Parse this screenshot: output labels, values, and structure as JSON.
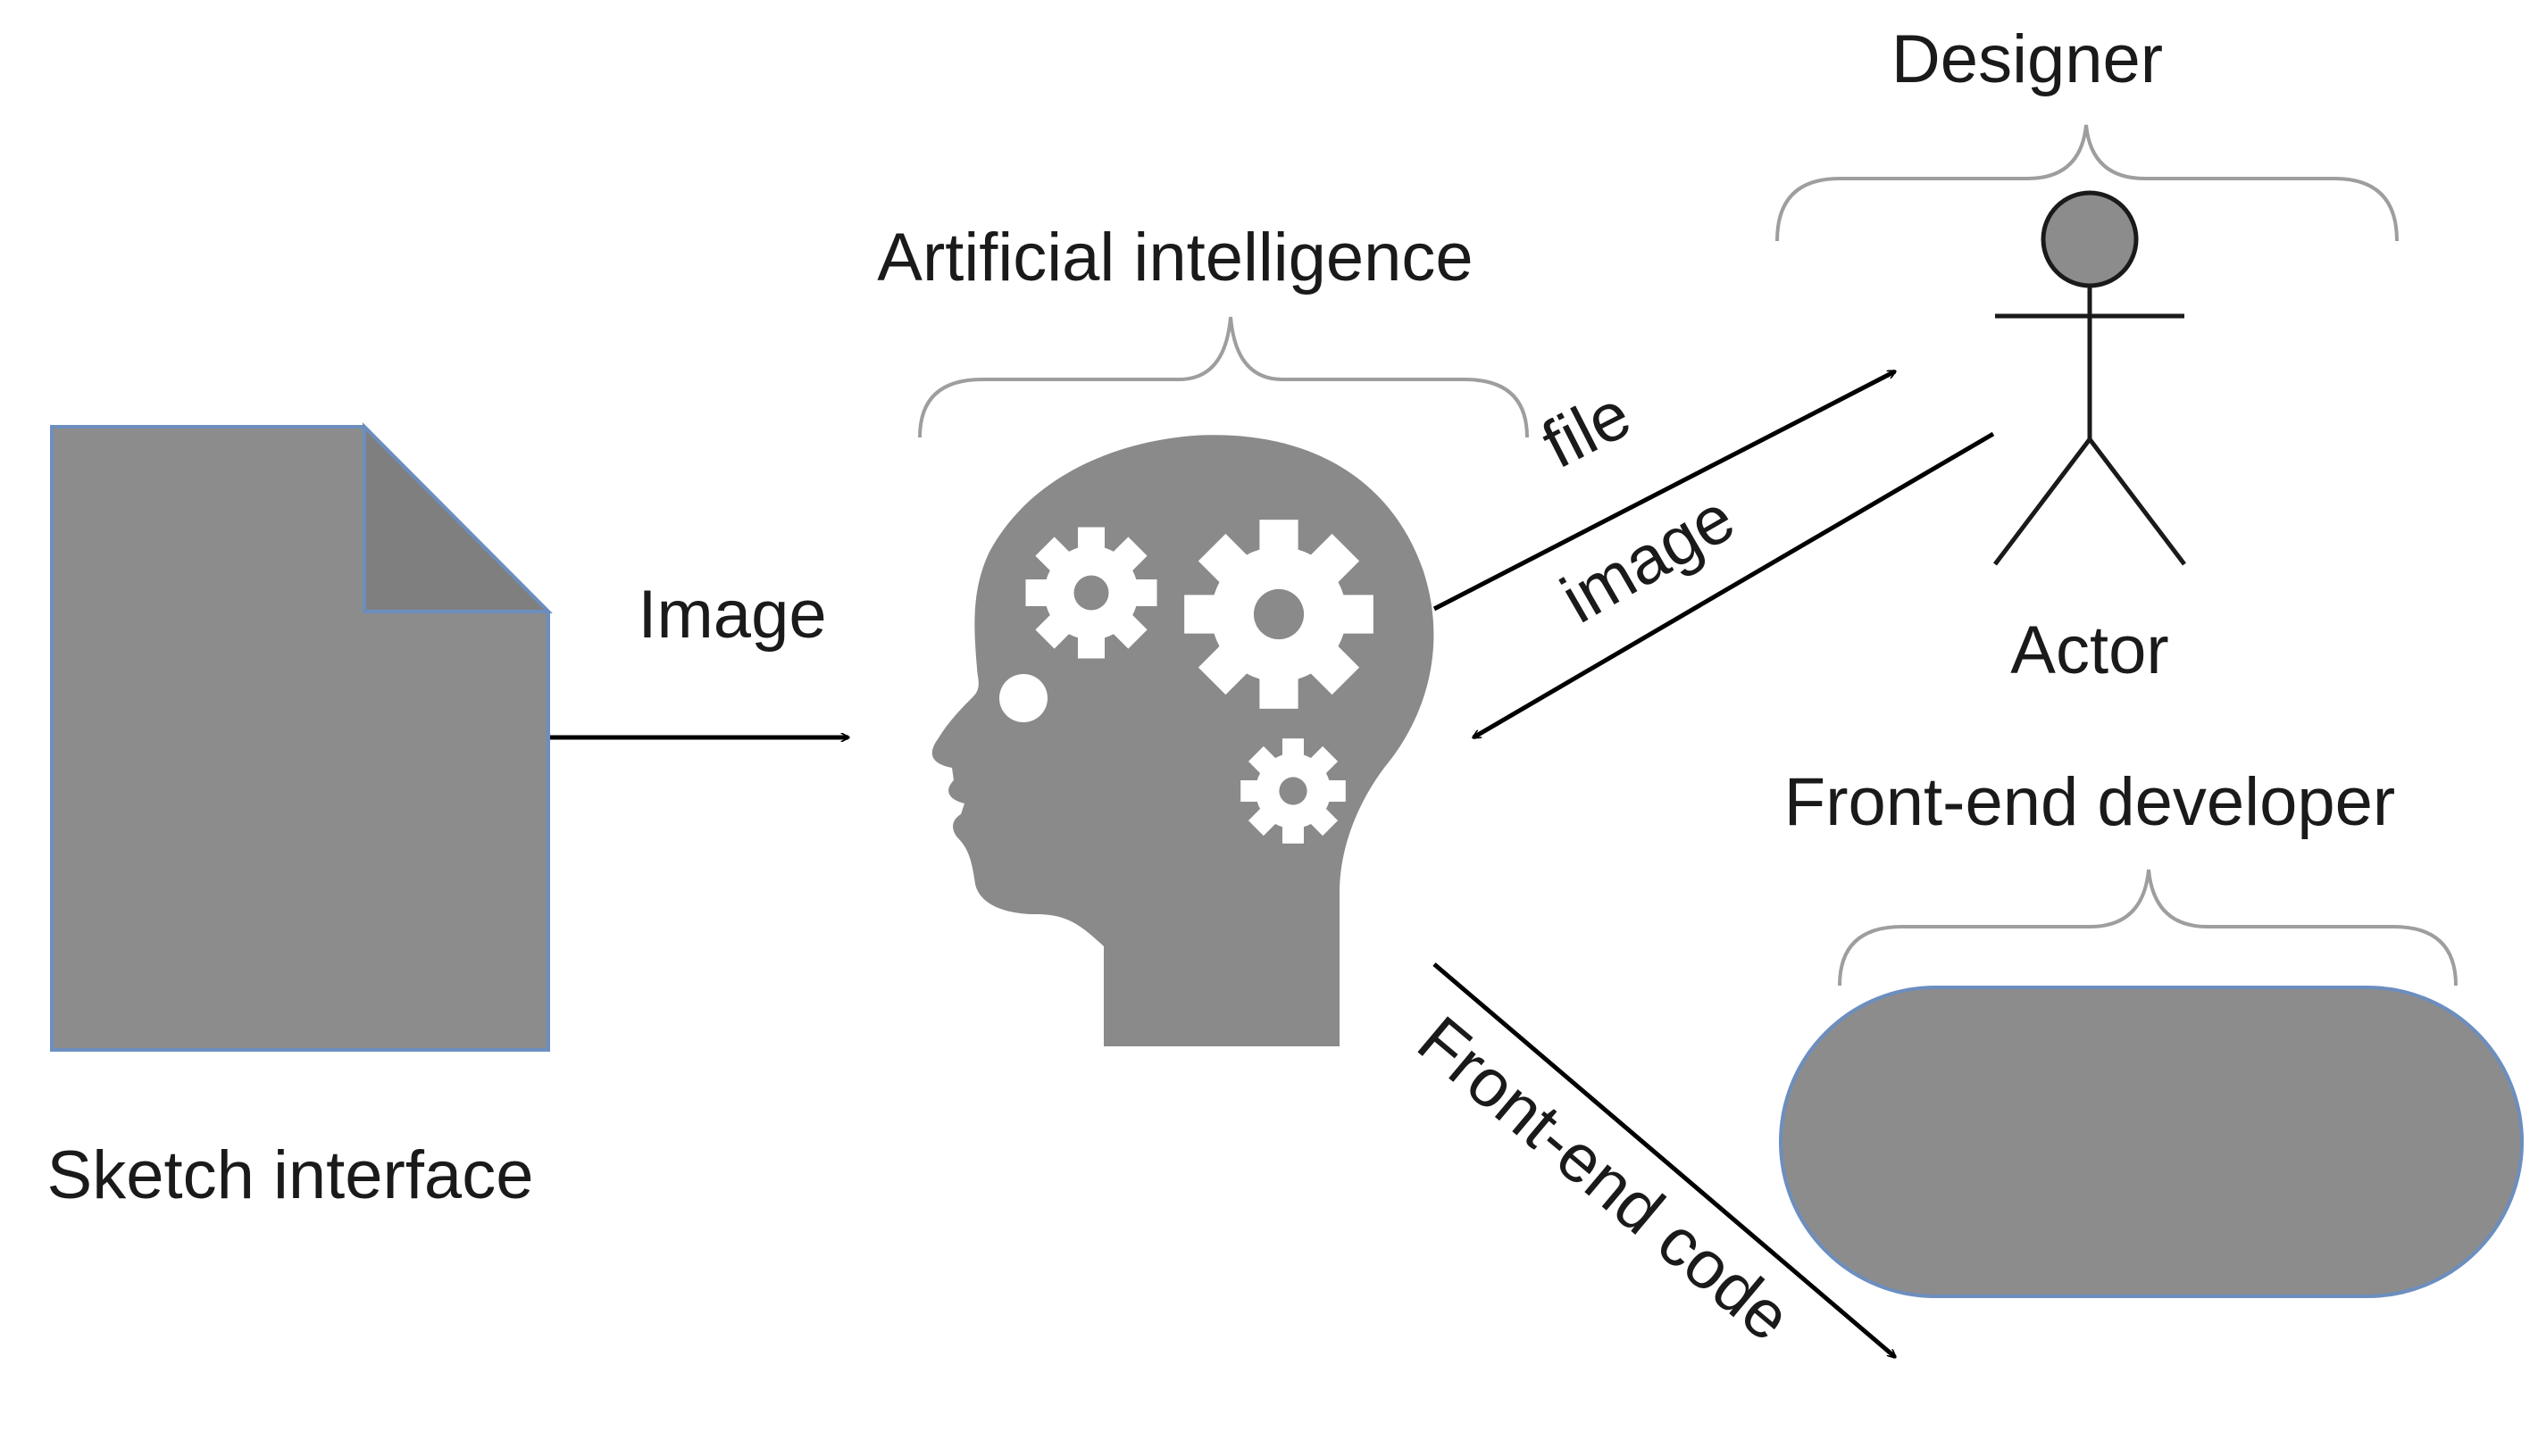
{
  "nodes": {
    "sketch": {
      "label": "Sketch interface"
    },
    "ai": {
      "label": "Artificial intelligence"
    },
    "designer": {
      "label": "Designer",
      "actor_label": "Actor"
    },
    "frontend_dev": {
      "label": "Front-end developer"
    }
  },
  "edges": {
    "image_in": {
      "label": "Image"
    },
    "file_out": {
      "label": "file"
    },
    "image_back": {
      "label": "image"
    },
    "code_out": {
      "label": "Front-end code"
    }
  },
  "colors": {
    "shape_fill": "#8c8c8c",
    "shape_stroke": "#6c8ebf",
    "head_fill": "#8a8a8a",
    "brace": "#9e9e9e",
    "arrow": "#000000"
  }
}
